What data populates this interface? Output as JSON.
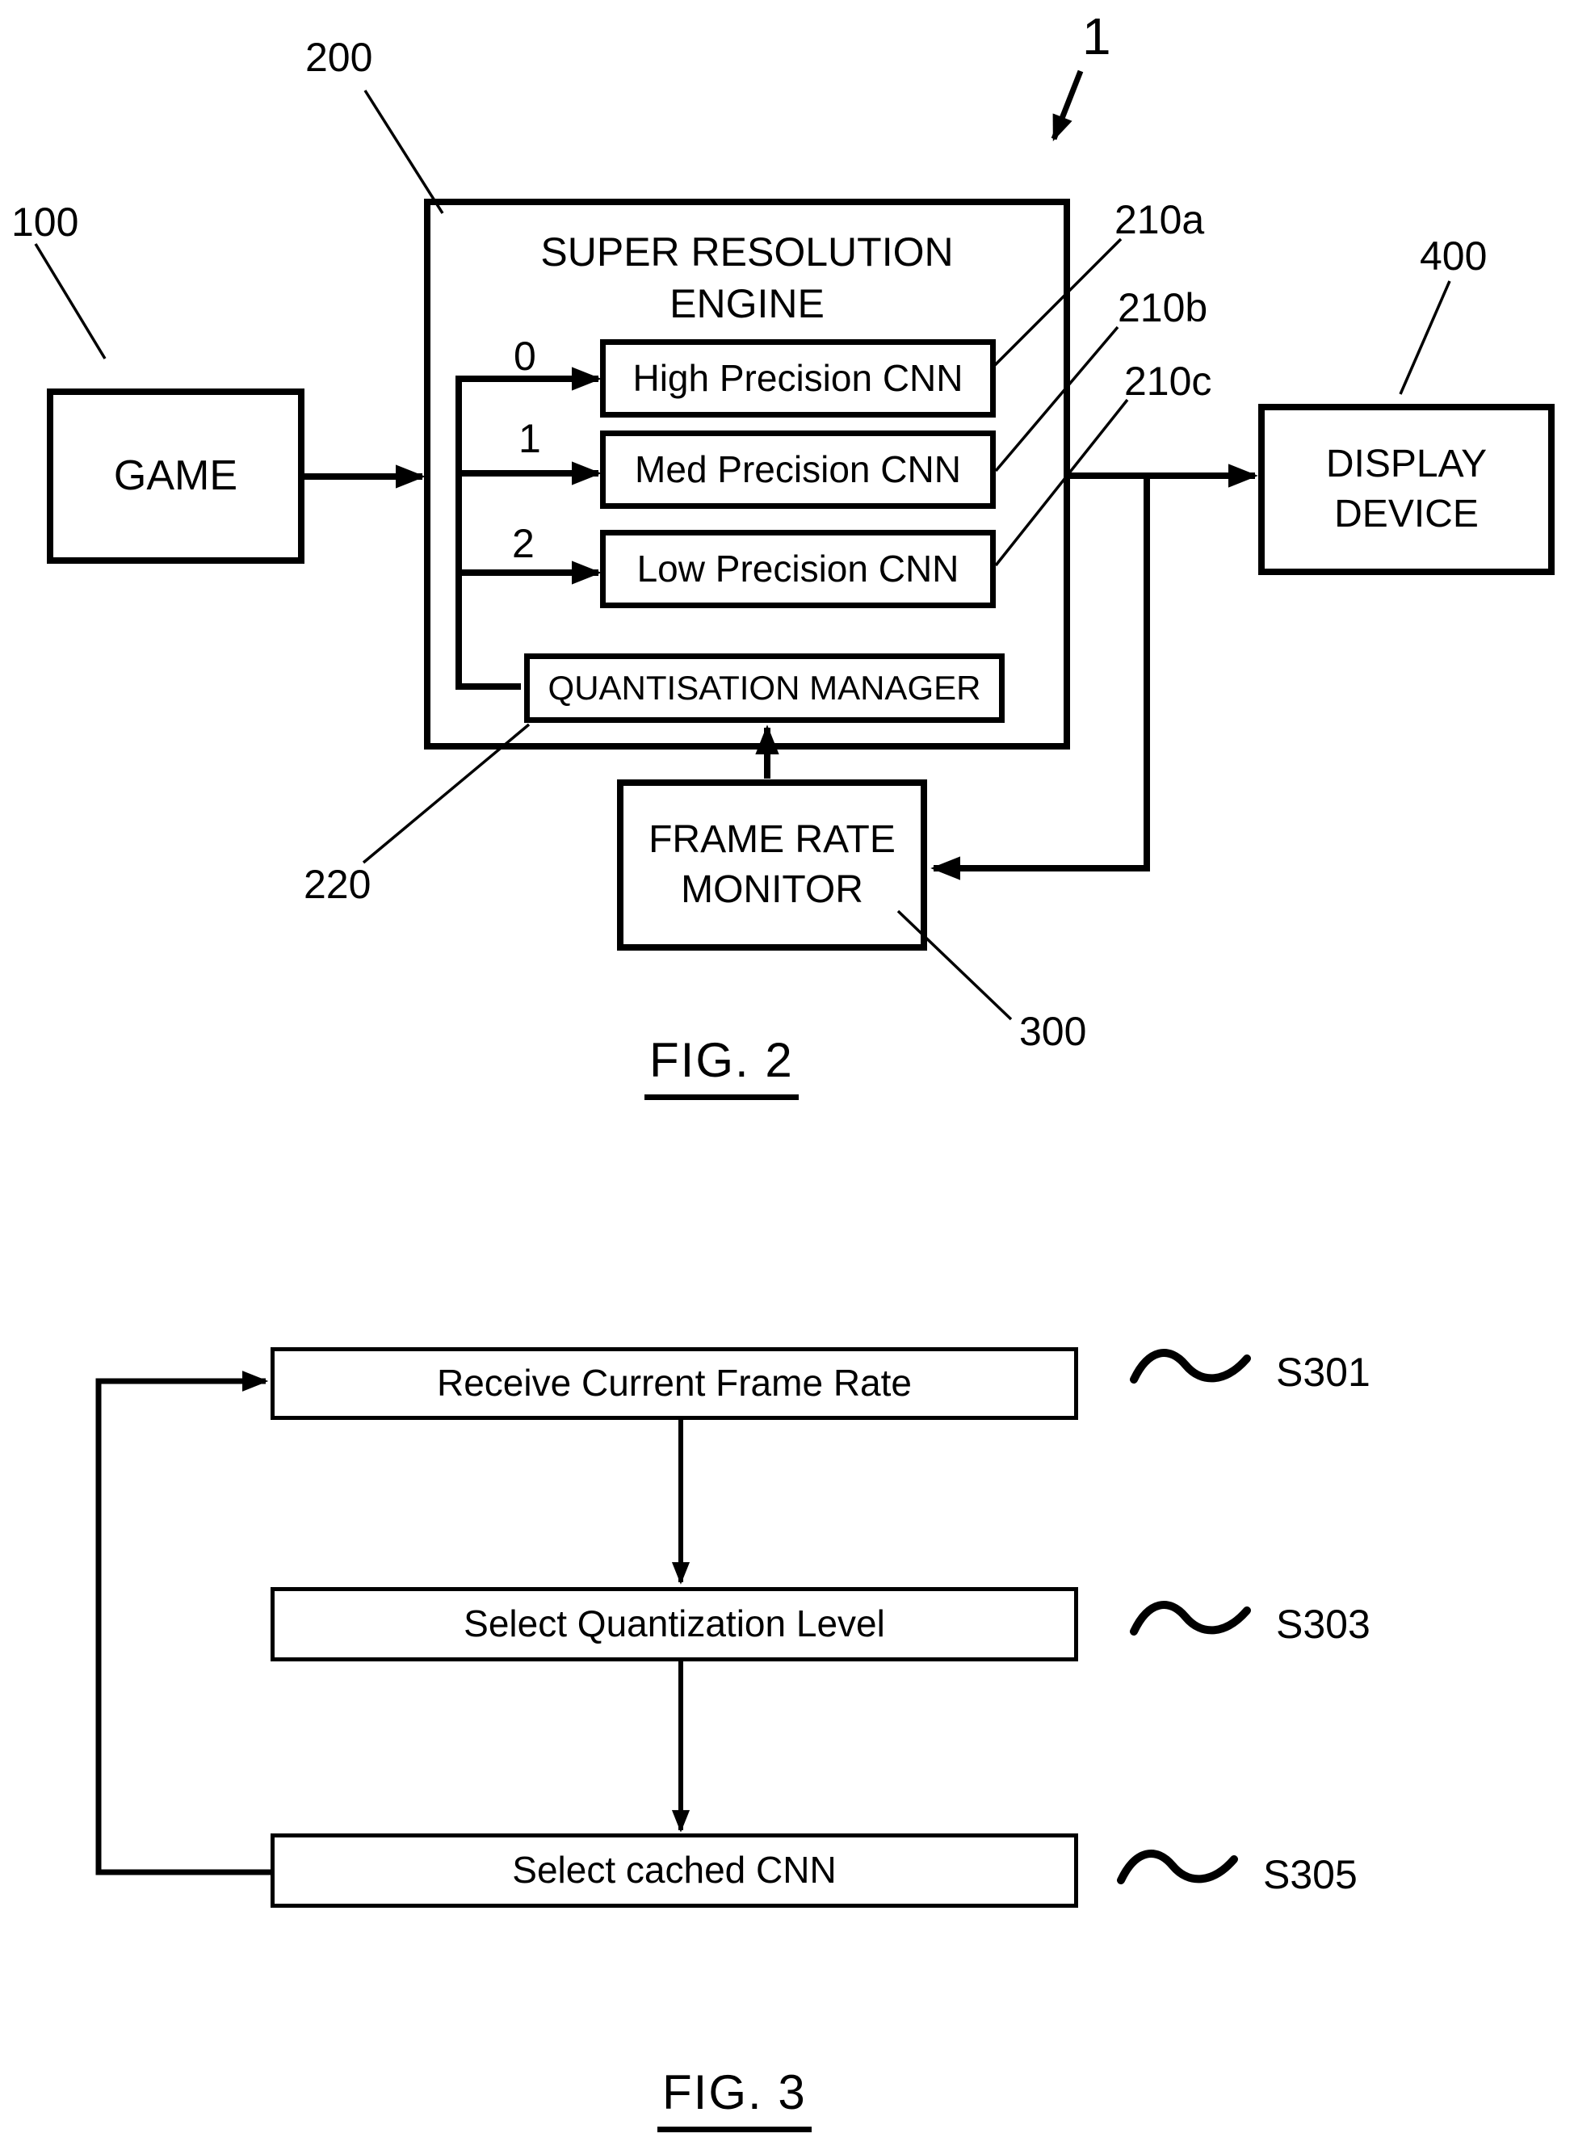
{
  "page": {
    "paper": "#ffffff",
    "ink": "#000000"
  },
  "fig2": {
    "caption": "FIG. 2",
    "system_ref": "1",
    "game": {
      "label": "GAME",
      "ref": "100"
    },
    "engine": {
      "title_line1": "SUPER RESOLUTION",
      "title_line2": "ENGINE",
      "ref": "200"
    },
    "cnns": [
      {
        "level": "0",
        "label": "High Precision CNN",
        "ref": "210a"
      },
      {
        "level": "1",
        "label": "Med Precision CNN",
        "ref": "210b"
      },
      {
        "level": "2",
        "label": "Low Precision CNN",
        "ref": "210c"
      }
    ],
    "quantisation_manager": {
      "label": "QUANTISATION MANAGER",
      "ref": "220"
    },
    "frame_rate_monitor": {
      "line1": "FRAME RATE",
      "line2": "MONITOR",
      "ref": "300"
    },
    "display_device": {
      "line1": "DISPLAY",
      "line2": "DEVICE",
      "ref": "400"
    }
  },
  "fig3": {
    "caption": "FIG. 3",
    "steps": [
      {
        "label": "Receive Current Frame Rate",
        "ref": "S301"
      },
      {
        "label": "Select Quantization Level",
        "ref": "S303"
      },
      {
        "label": "Select cached CNN",
        "ref": "S305"
      }
    ]
  }
}
